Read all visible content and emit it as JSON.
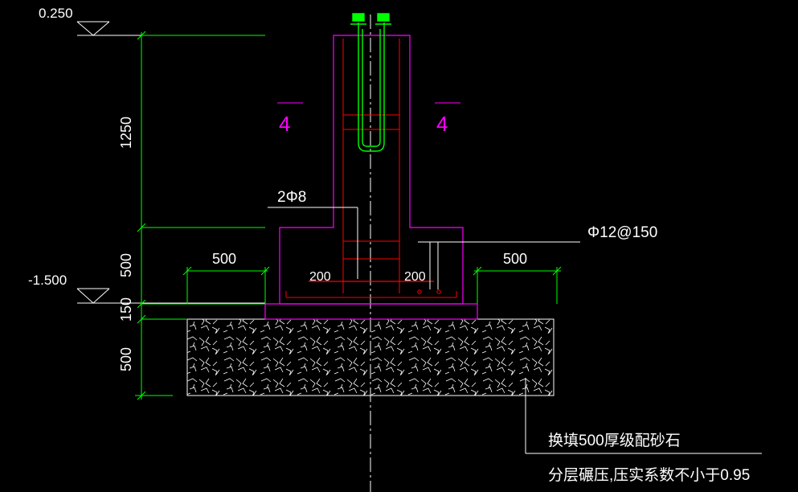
{
  "colors": {
    "background": "#000000",
    "dimension": "#00ff00",
    "concrete": "#ff00ff",
    "rebar": "#ff0000",
    "text": "#ffffff",
    "bolt": "#00ff00",
    "section_mark": "#ff00ff"
  },
  "elevations": {
    "top": "0.250",
    "bottom": "-1.500"
  },
  "dimensions": {
    "pedestal_height": "1250",
    "footing_height": "500",
    "cushion_height": "150",
    "fill_height": "500",
    "left_extension": "500",
    "right_extension": "500",
    "left_cover": "200",
    "right_cover": "200"
  },
  "section_marks": {
    "left": "4",
    "right": "4"
  },
  "rebar_labels": {
    "stirrup": "2Φ8",
    "bottom_mesh": "Φ12@150"
  },
  "notes": {
    "line1": "换填500厚级配砂石",
    "line2": "分层碾压,压实系数不小于0.95"
  }
}
